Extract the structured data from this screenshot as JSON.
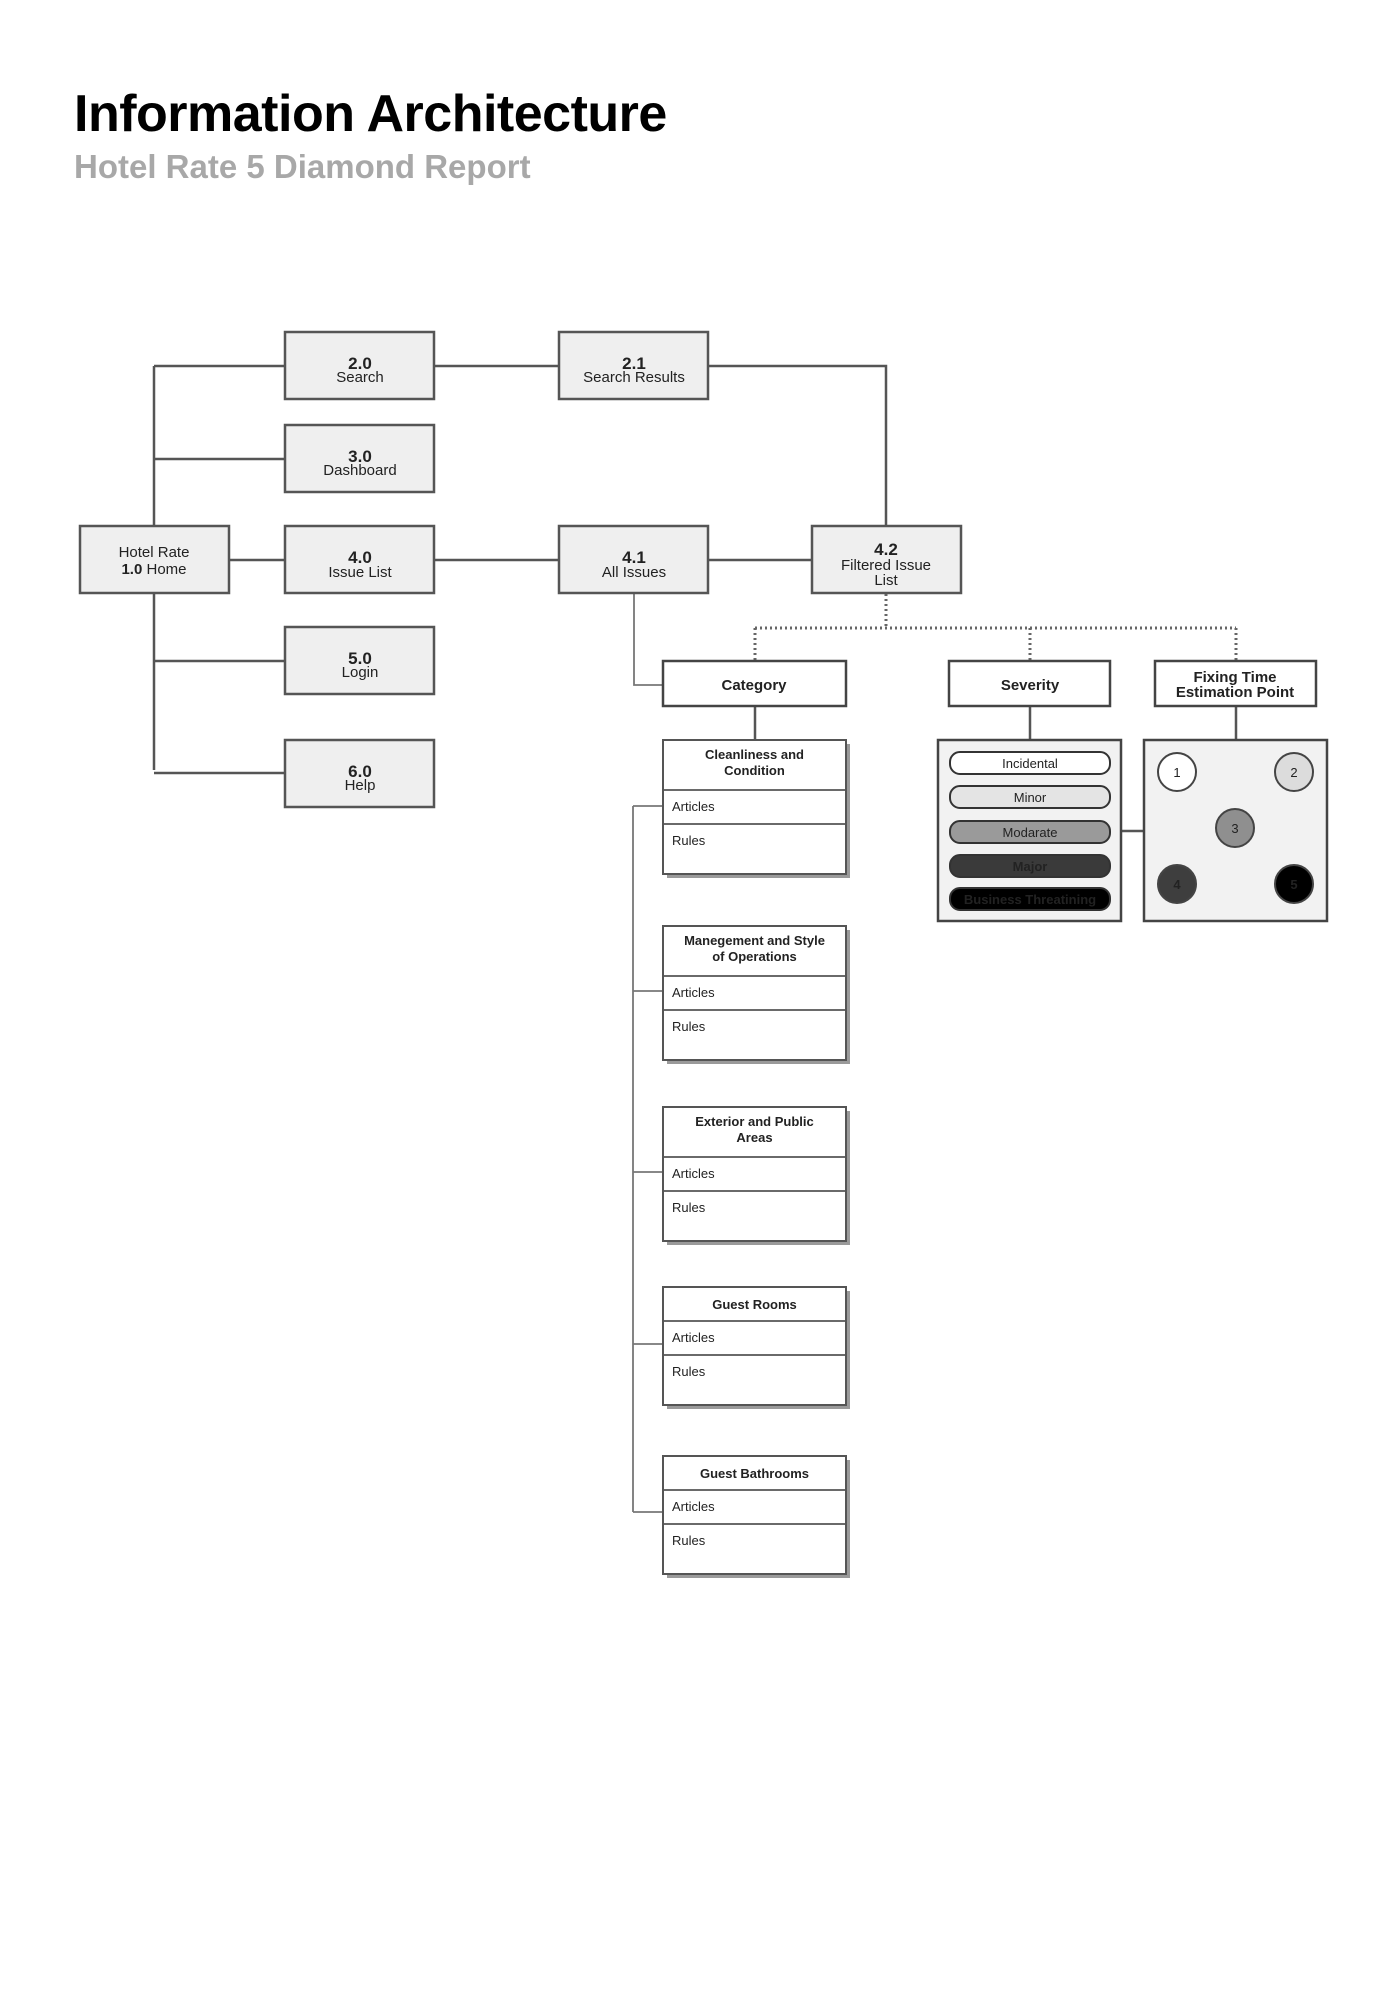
{
  "header": {
    "title": "Information Architecture",
    "subtitle": "Hotel Rate 5 Diamond Report"
  },
  "nodes": {
    "home": {
      "line1": "Hotel Rate",
      "num": "1.0",
      "label": "Home"
    },
    "search": {
      "num": "2.0",
      "label": "Search"
    },
    "search_results": {
      "num": "2.1",
      "label": "Search Results"
    },
    "dashboard": {
      "num": "3.0",
      "label": "Dashboard"
    },
    "issue_list": {
      "num": "4.0",
      "label": "Issue List"
    },
    "all_issues": {
      "num": "4.1",
      "label": "All Issues"
    },
    "filtered_issue_list": {
      "num": "4.2",
      "line1": "Filtered Issue",
      "line2": "List"
    },
    "login": {
      "num": "5.0",
      "label": "Login"
    },
    "help": {
      "num": "6.0",
      "label": "Help"
    }
  },
  "filters": {
    "category": "Category",
    "severity": "Severity",
    "fixing_time": {
      "line1": "Fixing Time",
      "line2": "Estimation Point"
    }
  },
  "severity_levels": [
    "Incidental",
    "Minor",
    "Modarate",
    "Major",
    "Business Threatining"
  ],
  "estimation_points": [
    "1",
    "2",
    "3",
    "4",
    "5"
  ],
  "categories": [
    {
      "line1": "Cleanliness and",
      "line2": "Condition",
      "items": [
        "Articles",
        "Rules"
      ]
    },
    {
      "line1": "Manegement and Style",
      "line2": "of Operations",
      "items": [
        "Articles",
        "Rules"
      ]
    },
    {
      "line1": "Exterior and Public",
      "line2": "Areas",
      "items": [
        "Articles",
        "Rules"
      ]
    },
    {
      "line1": "Guest Rooms",
      "line2": "",
      "items": [
        "Articles",
        "Rules"
      ]
    },
    {
      "line1": "Guest Bathrooms",
      "line2": "",
      "items": [
        "Articles",
        "Rules"
      ]
    }
  ],
  "colors": {
    "severity_fill": [
      "#ffffff",
      "#e4e4e4",
      "#9a9a9a",
      "#3a3a3a",
      "#000000"
    ],
    "point_fill": [
      "#ffffff",
      "#dcdcdc",
      "#8f8f8f",
      "#3e3e3e",
      "#000000"
    ]
  }
}
